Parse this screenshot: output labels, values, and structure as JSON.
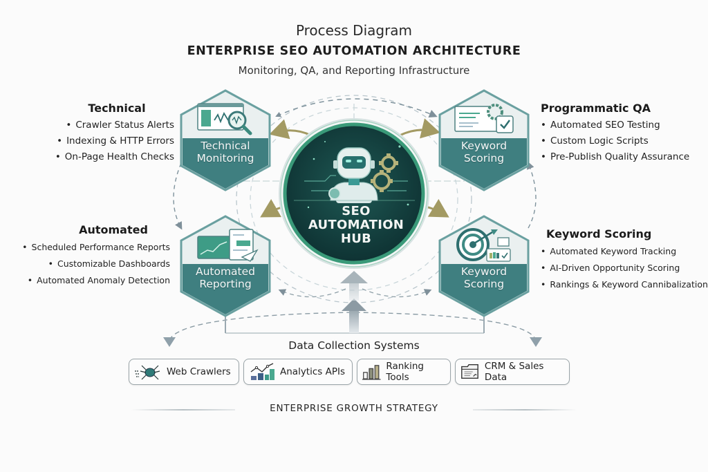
{
  "header": {
    "kicker": "Process Diagram",
    "title": "ENTERPRISE SEO AUTOMATION ARCHITECTURE",
    "subtitle": "Monitoring, QA, and Reporting Infrastructure"
  },
  "hub": {
    "lines": [
      "SEO",
      "AUTOMATION",
      "HUB"
    ],
    "icon": "robot-with-gears-icon"
  },
  "modules": [
    {
      "id": "technical-monitoring",
      "label_lines": [
        "Technical",
        "Monitoring"
      ],
      "icon": "monitor-magnifier-icon"
    },
    {
      "id": "keyword-scoring-top",
      "label_lines": [
        "Keyword",
        "Scoring"
      ],
      "icon": "window-gear-checkbox-icon"
    },
    {
      "id": "automated-reporting",
      "label_lines": [
        "Automated",
        "Reporting"
      ],
      "icon": "dashboard-report-send-icon"
    },
    {
      "id": "keyword-scoring-bottom",
      "label_lines": [
        "Keyword",
        "Scoring"
      ],
      "icon": "target-dart-icon"
    }
  ],
  "feature_lists": [
    {
      "heading": "Technical",
      "items": [
        "Crawler Status Alerts",
        "Indexing & HTTP Errors",
        "On-Page Health Checks"
      ]
    },
    {
      "heading": "Programmatic QA",
      "items": [
        "Automated SEO Testing",
        "Custom Logic Scripts",
        "Pre-Publish Quality Assurance"
      ]
    },
    {
      "heading": "Automated",
      "items": [
        "Scheduled Performance Reports",
        "Customizable Dashboards",
        "Automated Anomaly Detection"
      ]
    },
    {
      "heading": "Keyword Scoring",
      "items": [
        "Automated Keyword Tracking",
        "AI-Driven Opportunity Scoring",
        "Rankings & Keyword Cannibalization"
      ]
    }
  ],
  "data_collection": {
    "title": "Data Collection Systems",
    "sources": [
      {
        "label": "Web Crawlers",
        "icon": "spider-icon"
      },
      {
        "label": "Analytics APIs",
        "icon": "trend-chart-icon"
      },
      {
        "label": "Ranking Tools",
        "icon": "bar-chart-icon"
      },
      {
        "label": "CRM & Sales Data",
        "icon": "folder-document-icon"
      }
    ]
  },
  "footer": {
    "label": "ENTERPRISE GROWTH STRATEGY"
  },
  "colors": {
    "teal_dark": "#3d7a7b",
    "teal_band": "#3f7f80",
    "hex_fill": "#e9eeee",
    "hex_border": "#5e9697",
    "hub_dark": "#12393a",
    "hub_ring": "#2f8a6e",
    "accent_gold": "#a39a63",
    "arrow_gray": "#8a9aa3"
  }
}
